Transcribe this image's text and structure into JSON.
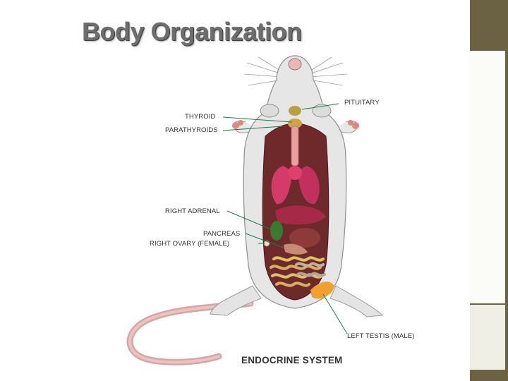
{
  "slide": {
    "title": "Body Organization",
    "colors": {
      "title": "#6e6e6e",
      "side_bar": "#6b6244",
      "leader_line": "#1f7a48"
    }
  },
  "diagram": {
    "subject": "rat-dissection-icon",
    "caption": "ENDOCRINE SYSTEM",
    "labels": {
      "pituitary": "PITUITARY",
      "thyroid": "THYROID",
      "parathyroids": "PARATHYROIDS",
      "right_adrenal": "RIGHT ADRENAL",
      "pancreas": "PANCREAS",
      "right_ovary": "RIGHT OVARY (FEMALE)",
      "left_testis": "LEFT TESTIS (MALE)"
    }
  }
}
